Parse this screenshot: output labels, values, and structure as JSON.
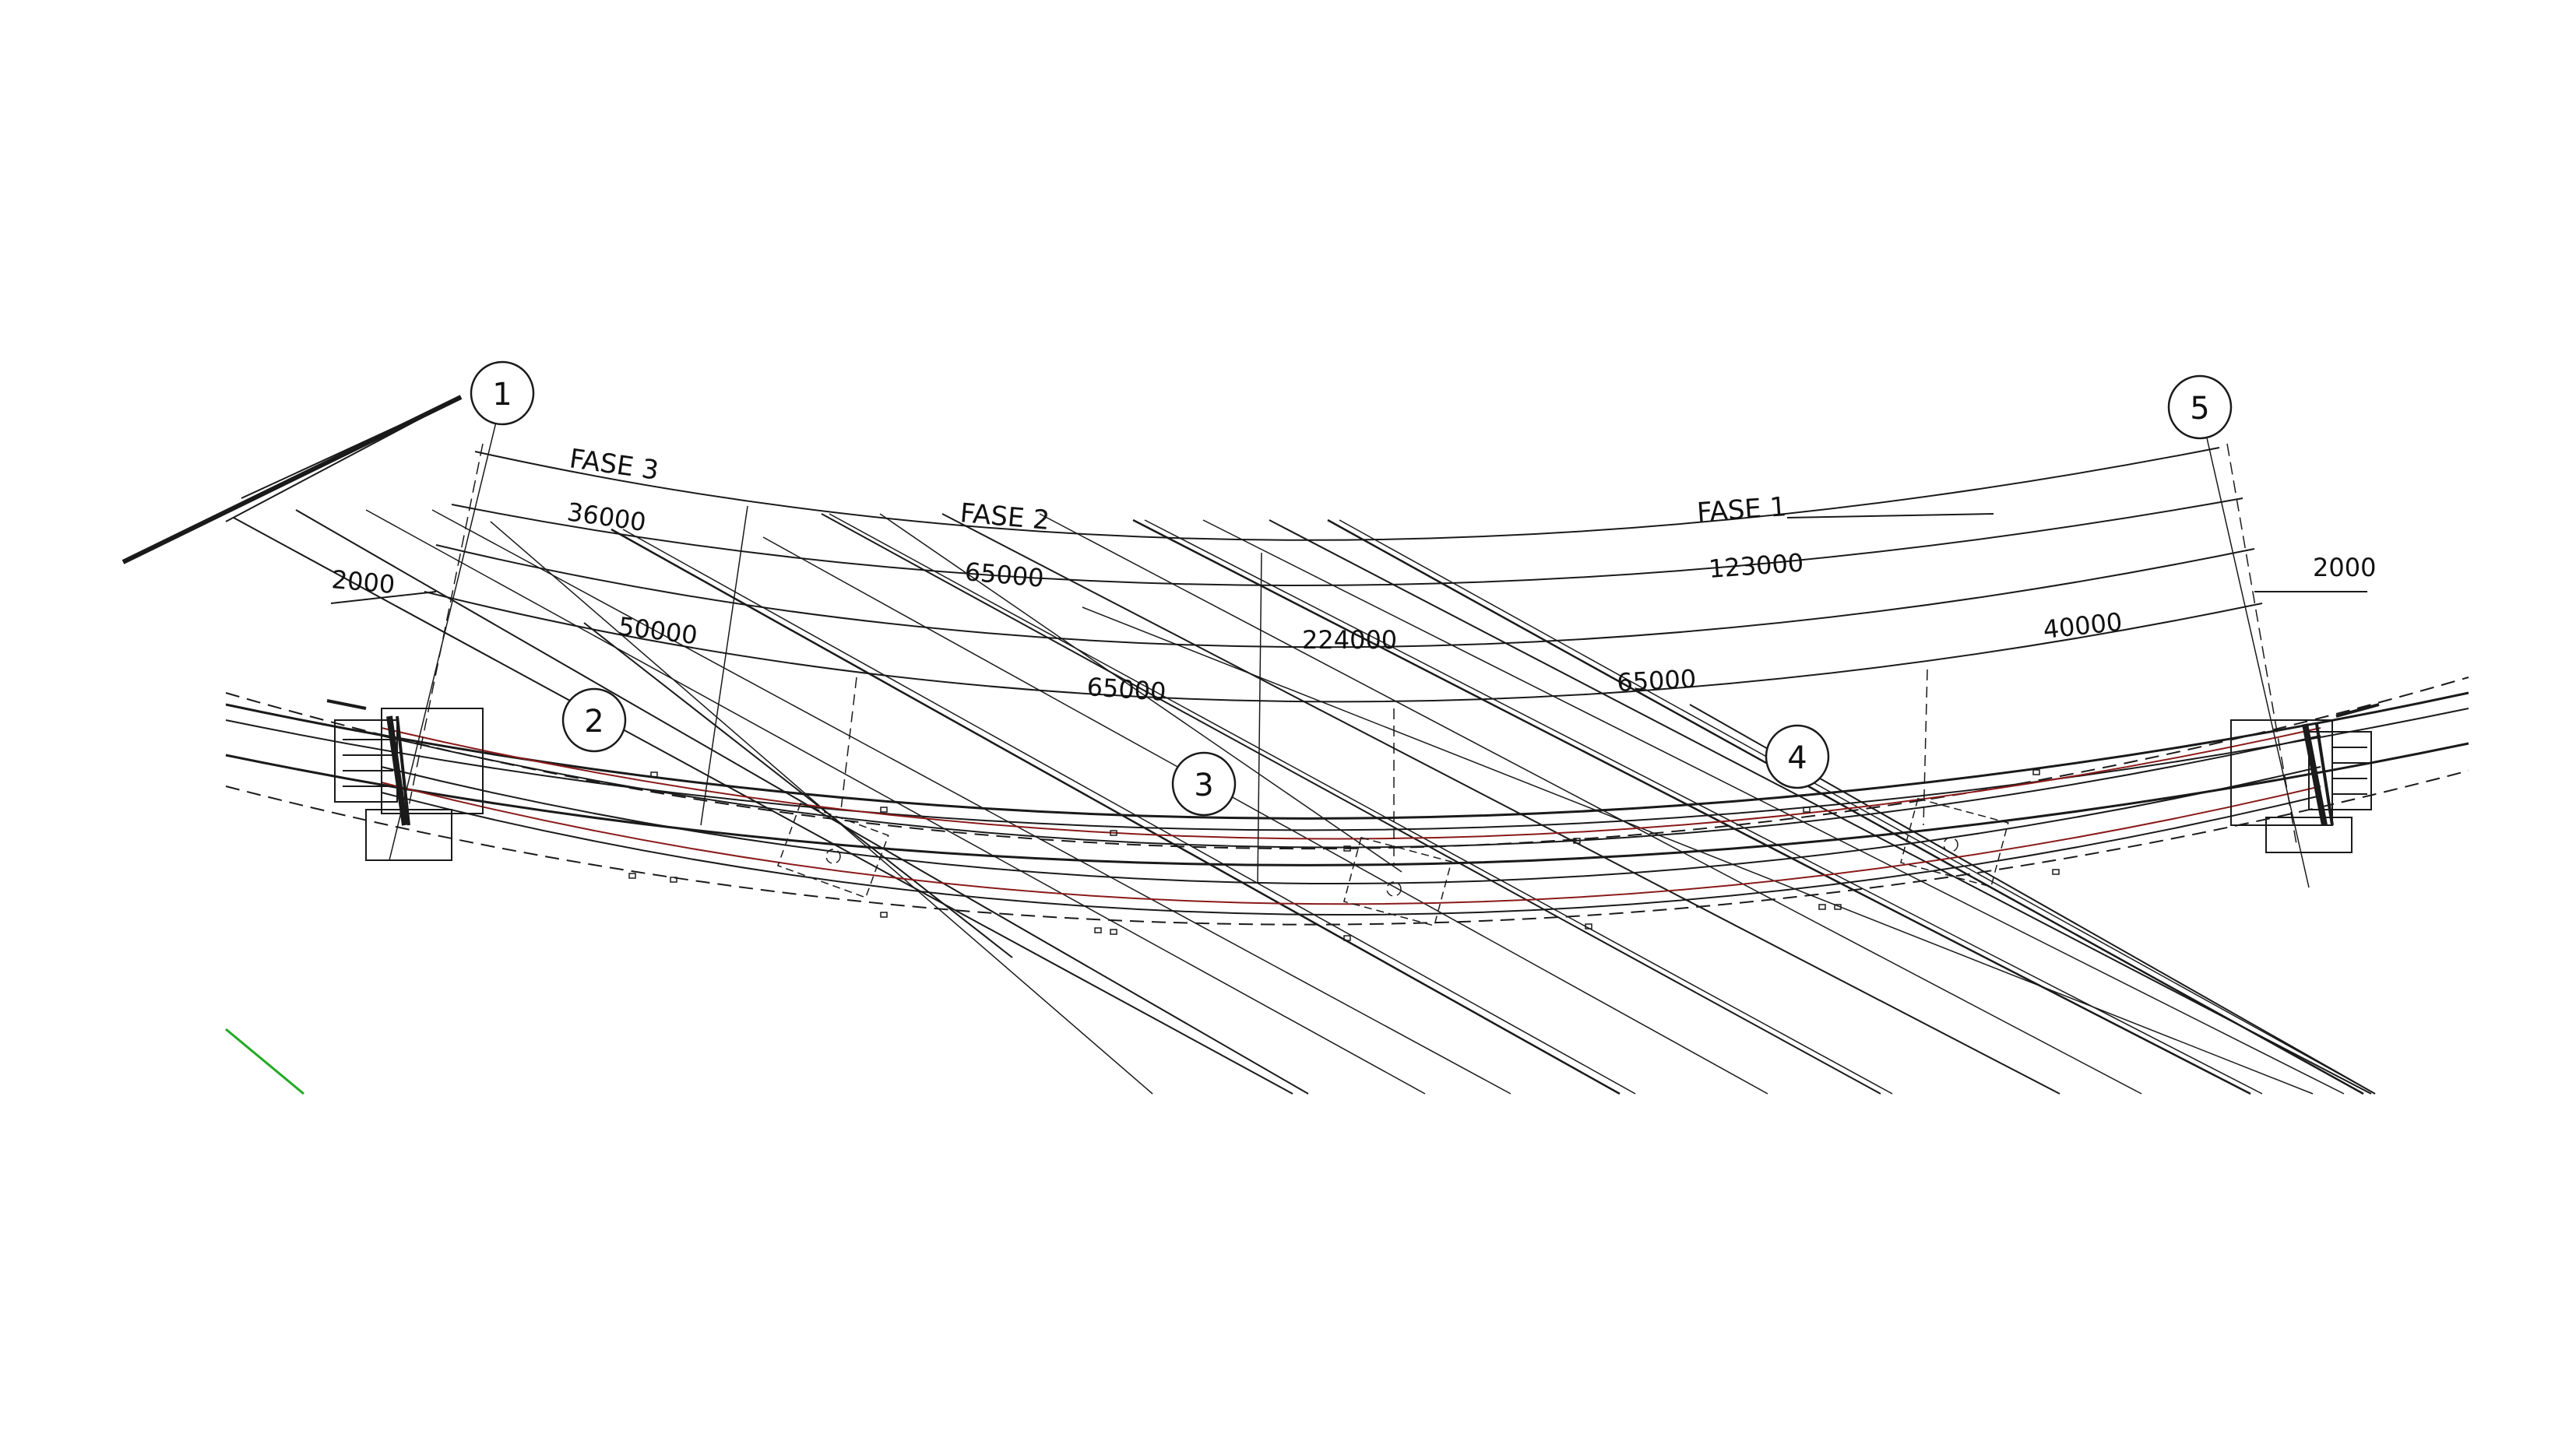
{
  "phases": [
    "FASE 3",
    "FASE 2",
    "FASE 1"
  ],
  "dimensions": {
    "left_end": "2000",
    "right_end": "2000",
    "row1": [
      "36000",
      "65000",
      "65000",
      "65000"
    ],
    "row2": [
      "123000"
    ],
    "row3": [
      "50000",
      "224000",
      "40000"
    ]
  },
  "markers": [
    "1",
    "2",
    "3",
    "4",
    "5"
  ],
  "colors": {
    "line": "#1a1a1a",
    "red_line": "#8a1a1a",
    "accent_green": "#22aa22"
  }
}
